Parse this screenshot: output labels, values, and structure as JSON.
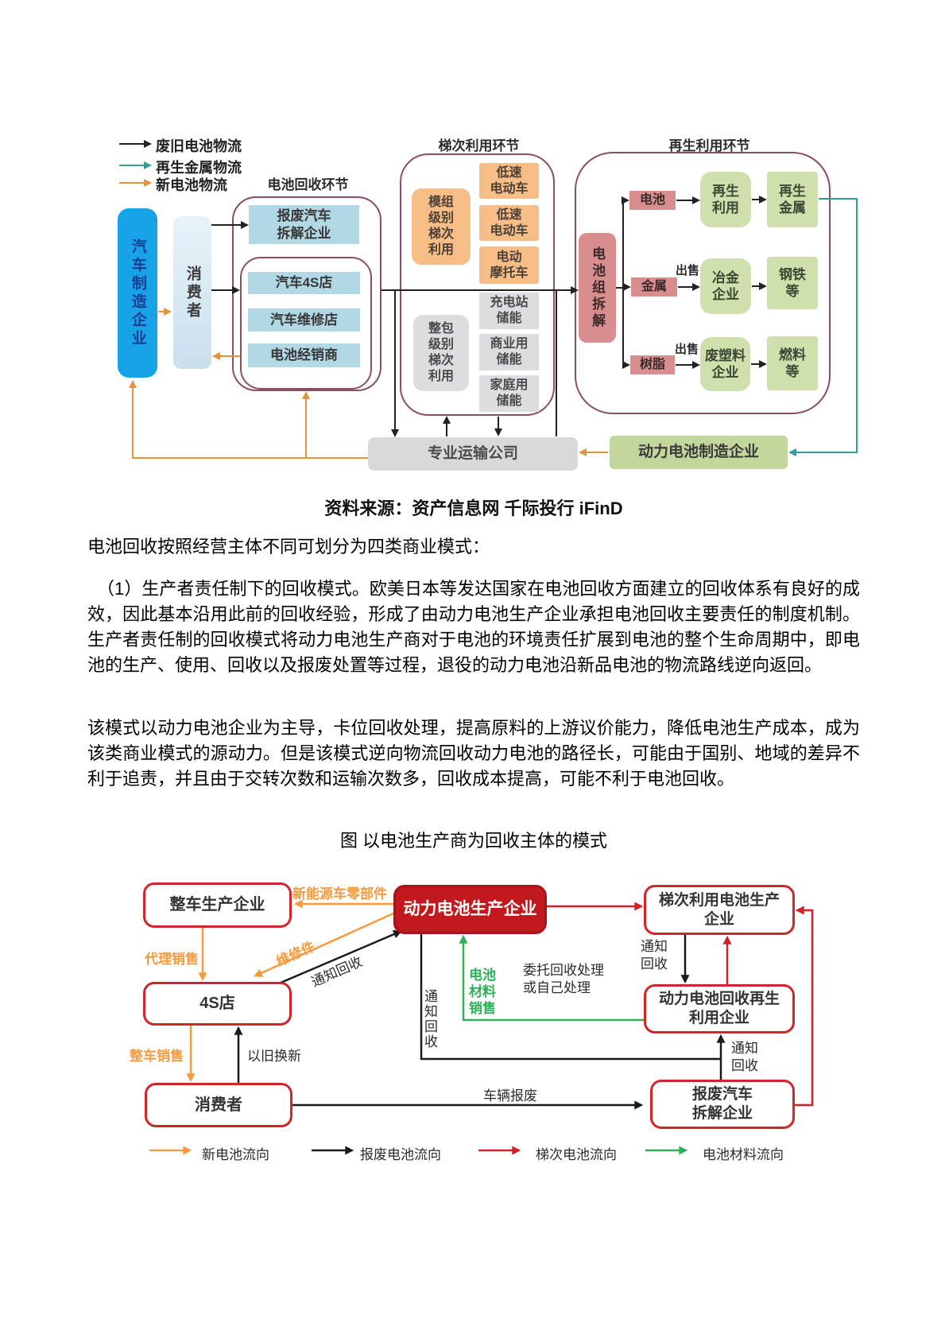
{
  "doc": {
    "source_caption": "资料来源：资产信息网 千际投行 iFinD",
    "para1": "电池回收按照经营主体不同可划分为四类商业模式：",
    "para2": "（1）生产者责任制下的回收模式。欧美日本等发达国家在电池回收方面建立的回收体系有良好的成效，因此基本沿用此前的回收经验，形成了由动力电池生产企业承担电池回收主要责任的制度机制。生产者责任制的回收模式将动力电池生产商对于电池的环境责任扩展到电池的整个生命周期中，即电池的生产、使用、回收以及报废处置等过程，退役的动力电池沿新品电池的物流路线逆向返回。",
    "para3": "该模式以动力电池企业为主导，卡位回收处理，提高原料的上游议价能力，降低电池生产成本，成为该类商业模式的源动力。但是该模式逆向物流回收动力电池的路径长，可能由于国别、地域的差异不利于追责，并且由于交转次数和运输次数多，回收成本提高，可能不利于电池回收。",
    "figure_caption": "图 以电池生产商为回收主体的模式"
  },
  "diagram1": {
    "legend": [
      {
        "label": "废旧电池物流",
        "color": "#222222"
      },
      {
        "label": "再生金属物流",
        "color": "#2f9e98"
      },
      {
        "label": "新电池物流",
        "color": "#e2933c"
      }
    ],
    "group_labels": {
      "recycle": "电池回收环节",
      "echelon": "梯次利用环节",
      "regen": "再生利用环节"
    },
    "nodes": {
      "auto_mfg": "汽车制造企业",
      "consumer": "消费者",
      "scrap_dismantler": "报废汽车\n拆解企业",
      "car_4s": "汽车4S店",
      "car_repair": "汽车维修店",
      "battery_dealer": "电池经销商",
      "module_echelon": "模组\n级别\n梯次\n利用",
      "pack_echelon": "整包\n级别\n梯次\n利用",
      "lsev_1": "低速\n电动车",
      "lsev_2": "低速\n电动车",
      "emoto": "电动\n摩托车",
      "charge_storage": "充电站\n储能",
      "commercial_storage": "商业用\n储能",
      "home_storage": "家庭用\n储能",
      "pack_dismantle": "电池组拆解",
      "battery": "电池",
      "metal": "金属",
      "resin": "树脂",
      "regen_use": "再生\n利用",
      "regen_metal": "再生\n金属",
      "smelter": "冶金\n企业",
      "steel": "钢铁\n等",
      "plastic": "废塑料\n企业",
      "fuel": "燃料\n等",
      "transport": "专业运输公司",
      "battery_maker": "动力电池制造企业"
    },
    "edge_labels": {
      "sell_metal": "出售",
      "sell_resin": "出售"
    }
  },
  "diagram2": {
    "nodes": {
      "vehicle_mfg": "整车生产企业",
      "battery_mfg": "动力电池生产企业",
      "echelon_mfg": "梯次利用电池生产\n企业",
      "s4_store": "4S店",
      "recycle_reuse": "动力电池回收再生\n利用企业",
      "consumer": "消费者",
      "scrap_dismantler": "报废汽车\n拆解企业"
    },
    "edge_labels": {
      "nev_parts": "新能源车零部件",
      "agent_sale": "代理销售",
      "repair_parts": "维修件",
      "notify_recycle_diag": "通知回收",
      "vehicle_sale": "整车销售",
      "trade_in": "以旧换新",
      "vehicle_scrap": "车辆报废",
      "notify_recycle_left": "通知回收",
      "entrust": "委托回收处理\n或自己处理",
      "battery_material_sale": "电池\n材料\n销售",
      "notify_recycle_mid": "通知\n回收",
      "notify_recycle_right": "通知\n回收"
    },
    "legend": [
      {
        "label": "新电池流向",
        "color": "#f59a3f"
      },
      {
        "label": "报废电池流向",
        "color": "#1a1a1a"
      },
      {
        "label": "梯次电池流向",
        "color": "#c0242d"
      },
      {
        "label": "电池材料流向",
        "color": "#2eb157"
      }
    ]
  }
}
